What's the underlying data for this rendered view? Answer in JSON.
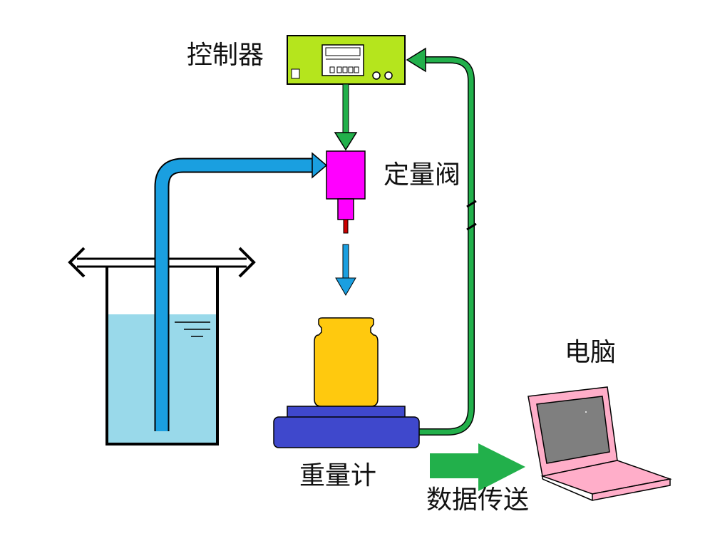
{
  "labels": {
    "controller": "控制器",
    "dosing_valve": "定量阀",
    "computer": "电脑",
    "scale": "重量计",
    "data_transfer": "数据传送"
  },
  "colors": {
    "controller_body": "#b5e51d",
    "controller_screen": "#ffffff",
    "valve": "#ff00ff",
    "needle": "#cc0000",
    "liquid_pipe": "#1a9fe0",
    "signal_line": "#22b04b",
    "beaker_liquid": "#99d9ea",
    "jar": "#ffc90e",
    "scale_base": "#3f48cc",
    "laptop": "#ffaec9",
    "laptop_screen": "#7f7f7f",
    "outline": "#000000"
  }
}
